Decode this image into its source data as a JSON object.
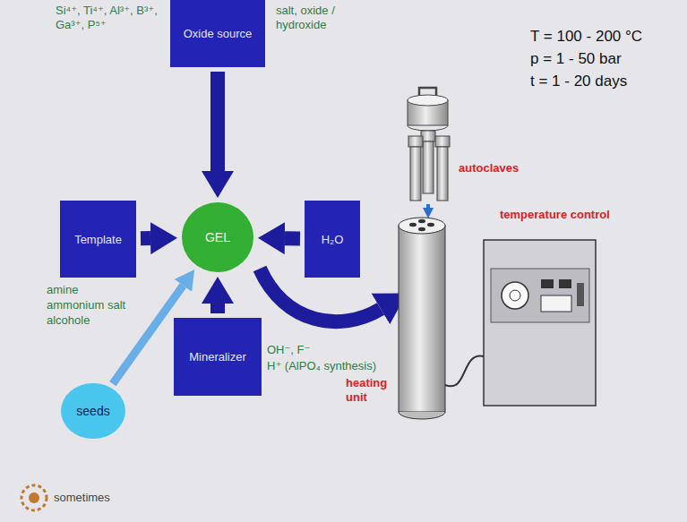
{
  "diagram": {
    "nodes": [
      {
        "text": [
          "Oxide source"
        ]
      },
      {
        "text": [
          "Template"
        ]
      },
      {
        "text": [
          "GEL"
        ]
      },
      {
        "text": [
          "H₂O"
        ]
      },
      {
        "text": [
          "seeds"
        ]
      },
      {
        "text": [
          "Mineralizer"
        ]
      }
    ],
    "edges": [
      {
        "from": 0,
        "to": 2,
        "arrow": "to"
      },
      {
        "from": 1,
        "to": 2,
        "arrow": "to"
      },
      {
        "from": 3,
        "to": 2,
        "arrow": "to"
      },
      {
        "from": 5,
        "to": 2,
        "arrow": "to"
      },
      {
        "from": 4,
        "to": 2,
        "arrow": "to"
      }
    ],
    "labels": [
      "Si⁴⁺, Ti⁴⁺, Al³⁺, B³⁺, Ga³⁺, P⁵⁺",
      "salt, oxide / hydroxide",
      "amine",
      "ammonium salt",
      "alcohole",
      "OH⁻, F⁻",
      "H⁺ (AlPO₄ synthesis)",
      "sometimes",
      "T = 100 - 200 °C",
      "p = 1 - 50 bar",
      "t = 1 - 20 days",
      "autoclaves",
      "temperature control",
      "heating unit"
    ]
  }
}
